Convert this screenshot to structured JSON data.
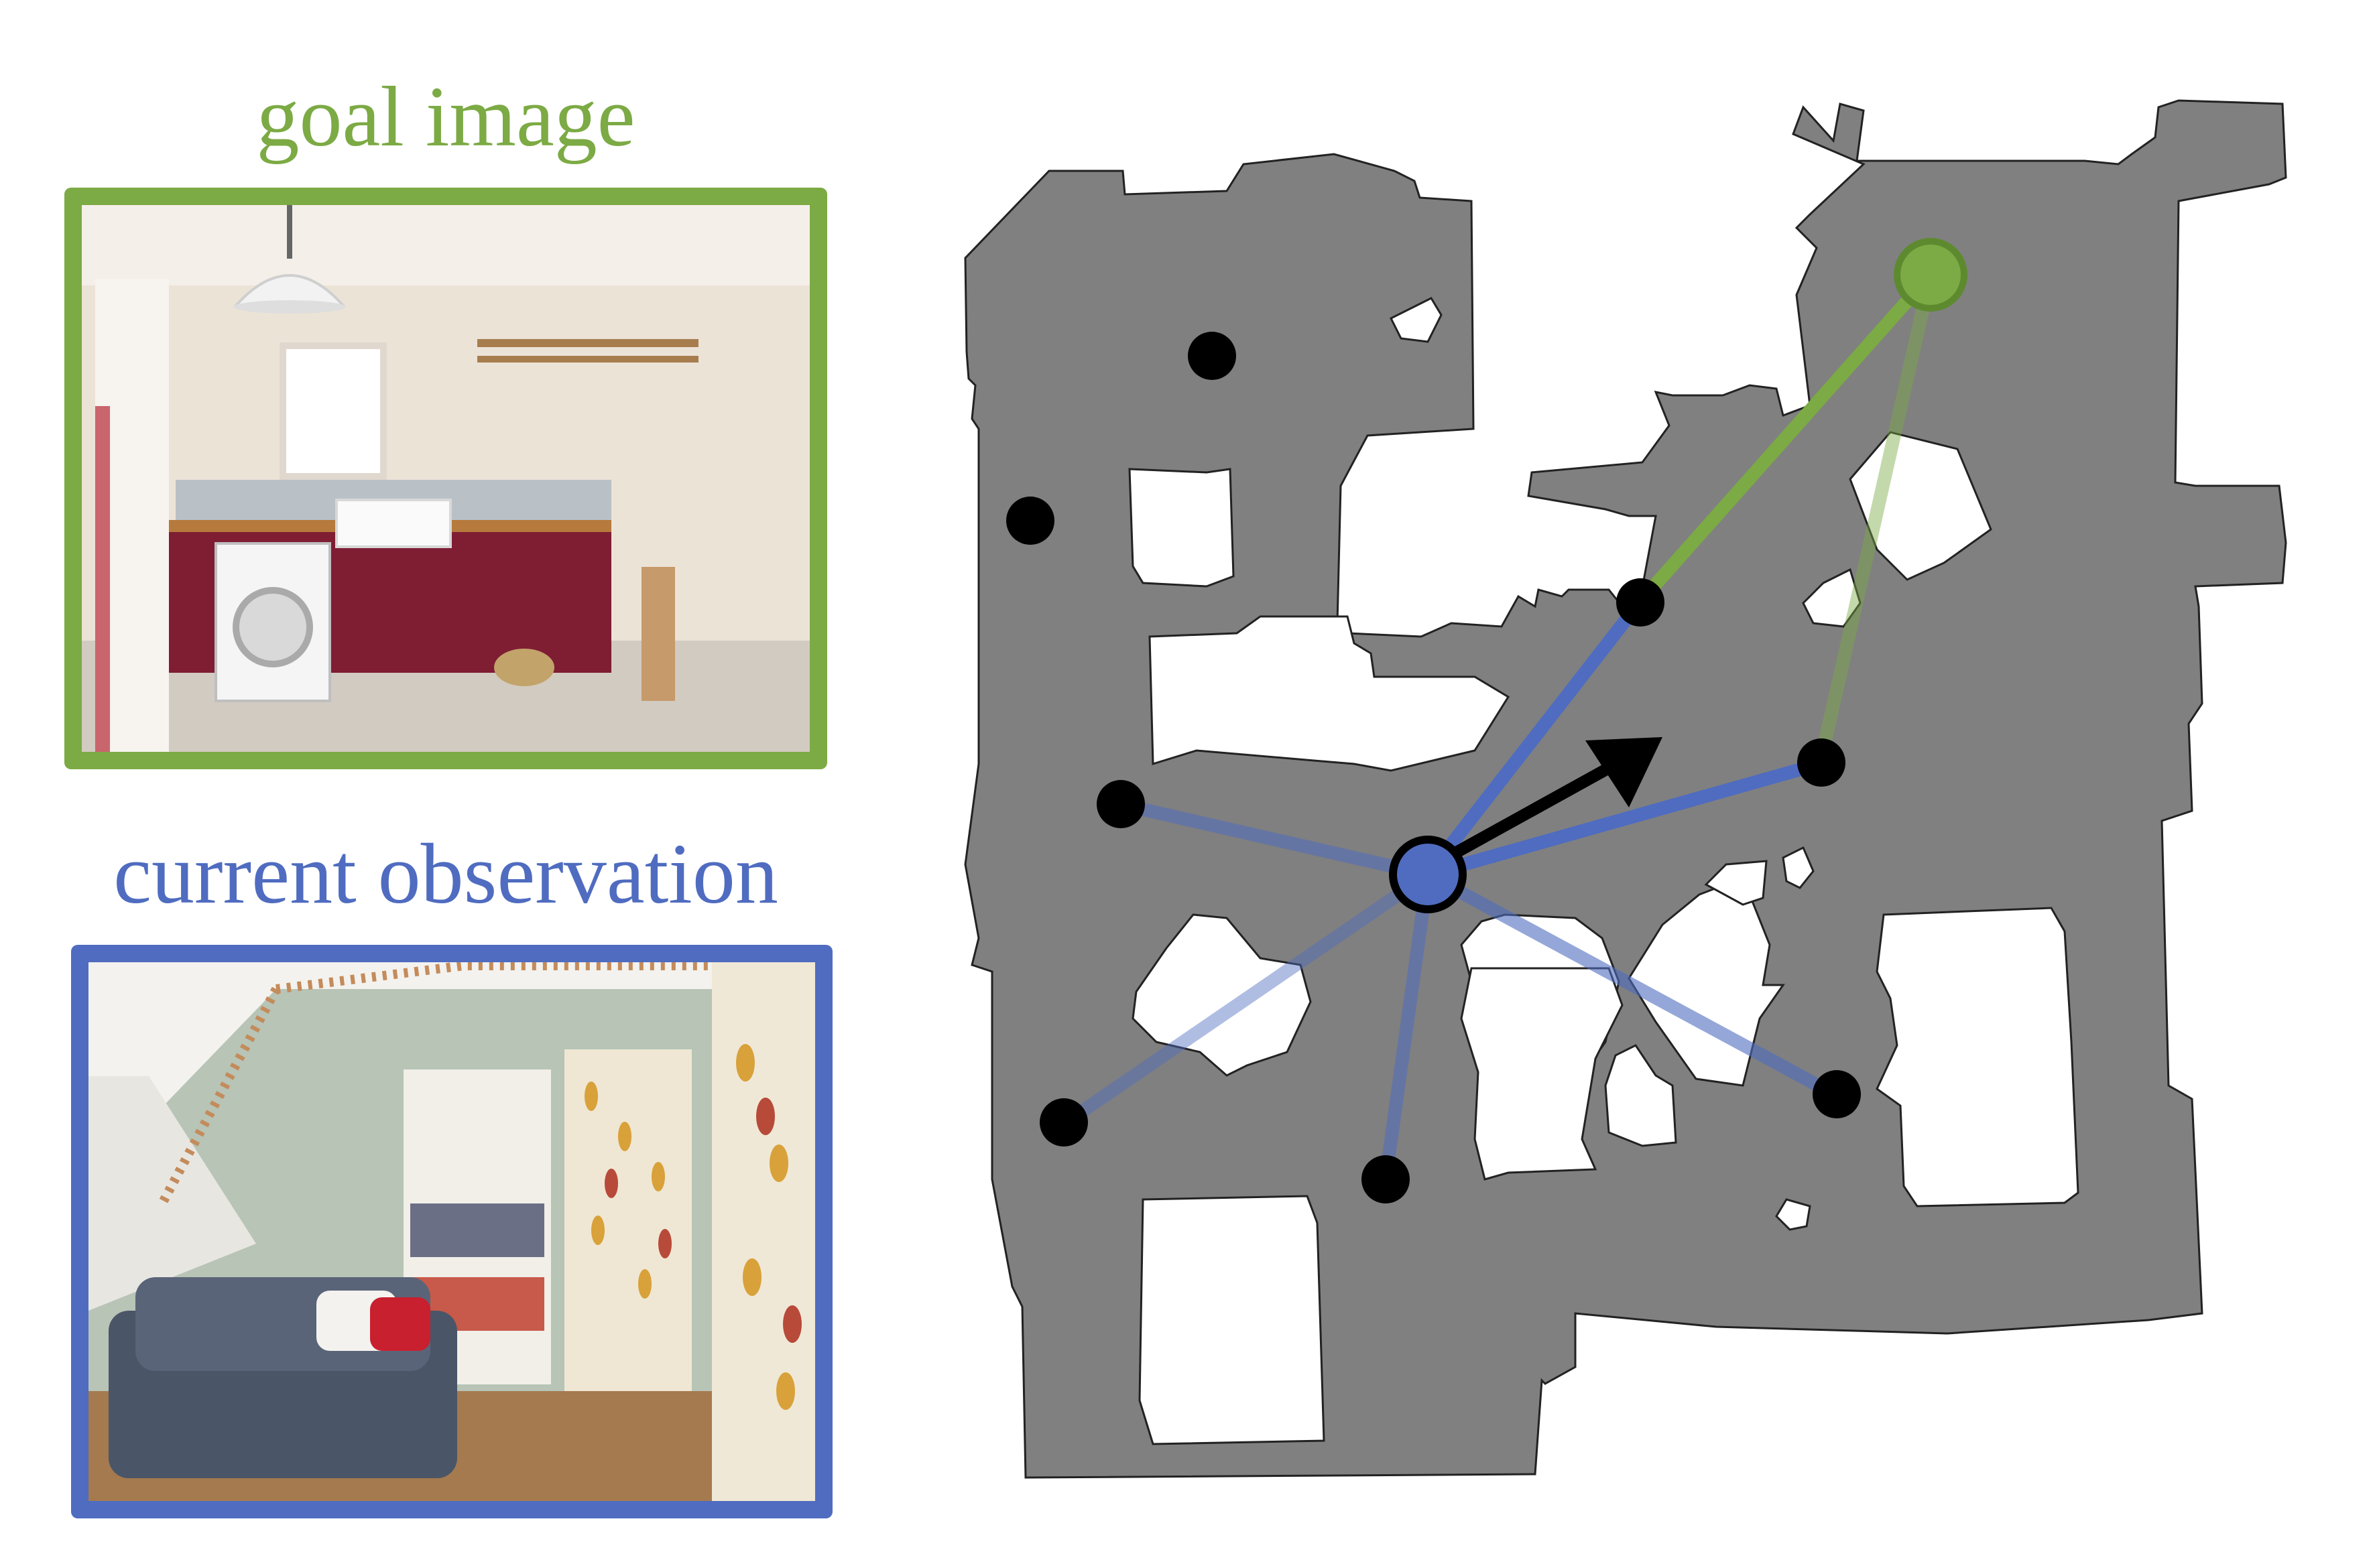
{
  "goal_label": "goal image",
  "current_label": "current observation",
  "colors": {
    "goal": "#7caa44",
    "current": "#4f6cc0",
    "free_space": "#808080",
    "node": "#000000",
    "arrow": "#000000"
  },
  "goal_image": {
    "scene": "laundry room",
    "description": "laundry room with washing machine, sink and ceiling lamp"
  },
  "current_image": {
    "scene": "attic bedroom",
    "description": "attic room with grey sofa and patterned wallpaper"
  },
  "map": {
    "nodes": [
      "n1",
      "n2",
      "n3",
      "n4",
      "n5",
      "n6",
      "n7",
      "n8"
    ],
    "current_node": "current",
    "goal_node": "goal",
    "edges": [
      {
        "from": "current",
        "to": "n5",
        "type": "current"
      },
      {
        "from": "current",
        "to": "n6",
        "type": "current"
      },
      {
        "from": "current",
        "to": "n3",
        "type": "current"
      },
      {
        "from": "current",
        "to": "n7",
        "type": "current"
      },
      {
        "from": "current",
        "to": "n4",
        "type": "current"
      },
      {
        "from": "current",
        "to": "n8",
        "type": "current"
      },
      {
        "from": "n5",
        "to": "goal",
        "type": "goal"
      },
      {
        "from": "n6",
        "to": "goal",
        "type": "goal"
      }
    ],
    "action": "arrow-north-east"
  }
}
